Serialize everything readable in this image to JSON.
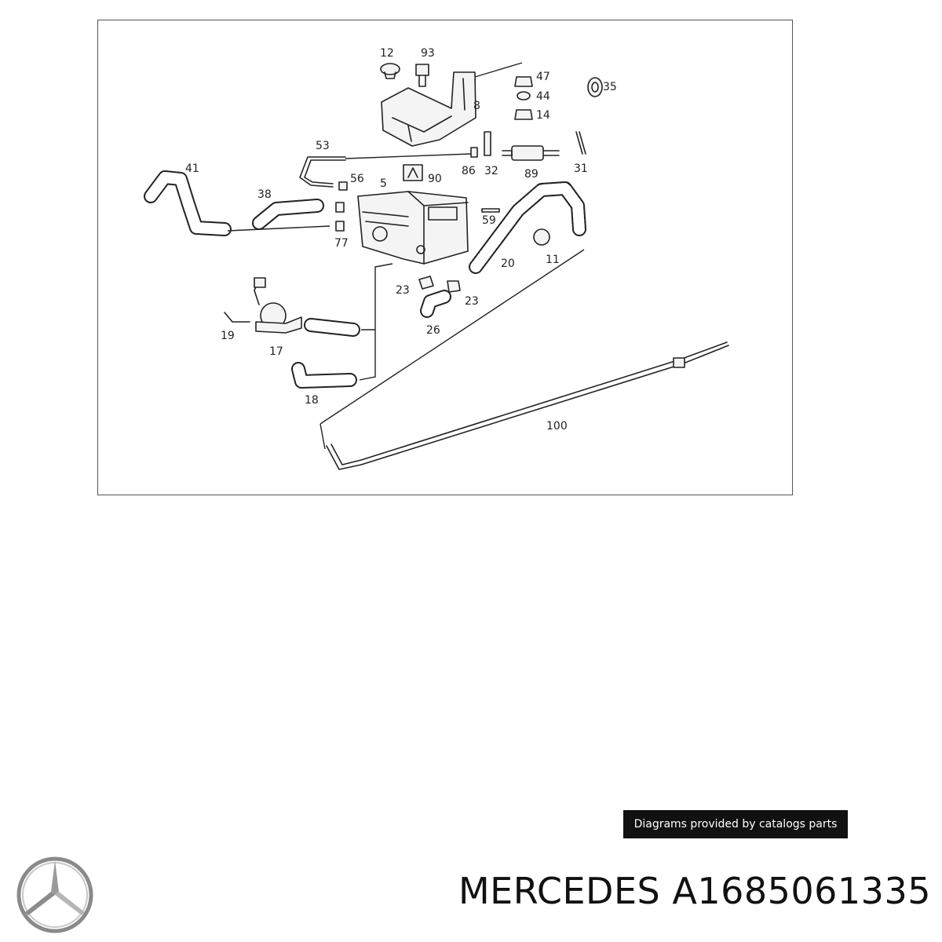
{
  "diagram": {
    "callouts": {
      "c12": "12",
      "c93": "93",
      "c47": "47",
      "c44": "44",
      "c14": "14",
      "c35": "35",
      "c8": "8",
      "c53": "53",
      "c86": "86",
      "c32": "32",
      "c89": "89",
      "c31": "31",
      "c41": "41",
      "c56": "56",
      "c5": "5",
      "c90": "90",
      "c38": "38",
      "c59": "59",
      "c77": "77",
      "c20": "20",
      "c11": "11",
      "c23a": "23",
      "c23b": "23",
      "c26": "26",
      "c19": "19",
      "c17": "17",
      "c18": "18",
      "c100": "100"
    }
  },
  "footer": {
    "credit": "Diagrams provided by catalogs parts",
    "title": "MERCEDES A1685061335",
    "logo_icon": "mercedes-star-icon"
  }
}
